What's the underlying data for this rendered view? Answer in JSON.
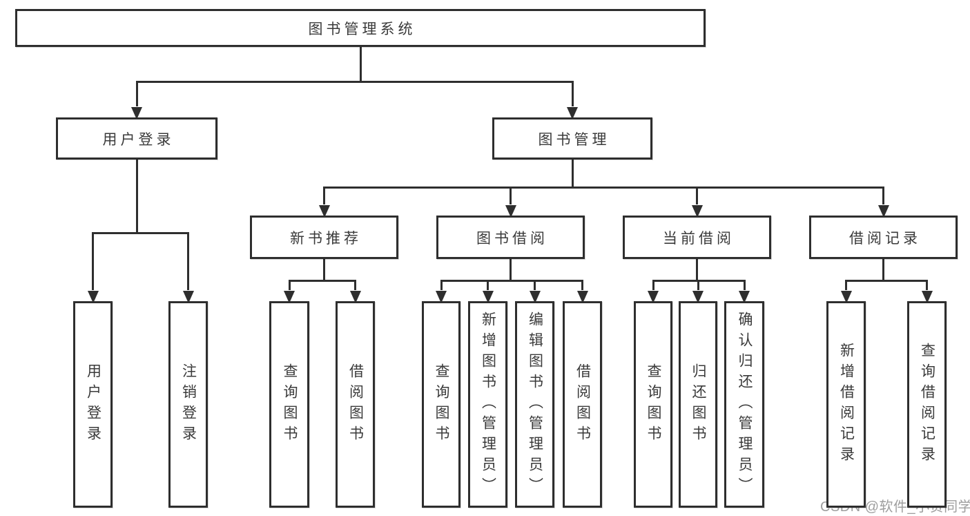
{
  "diagram": {
    "title": "图书管理系统",
    "watermark": "CSDN @软件_小贺同学",
    "colors": {
      "line": "#2e2e2e",
      "text": "#3a3a3a",
      "box_bg": "#ffffff",
      "page_bg": "#ffffff",
      "watermark": "#9e9e9e"
    },
    "nodes": [
      {
        "id": "root",
        "label": "图书管理系统",
        "orientation": "horizontal"
      },
      {
        "id": "user-login",
        "label": "用户登录",
        "orientation": "horizontal"
      },
      {
        "id": "book-mgmt",
        "label": "图书管理",
        "orientation": "horizontal"
      },
      {
        "id": "new-book-rec",
        "label": "新书推荐",
        "orientation": "horizontal"
      },
      {
        "id": "book-borrow",
        "label": "图书借阅",
        "orientation": "horizontal"
      },
      {
        "id": "current-borrow",
        "label": "当前借阅",
        "orientation": "horizontal"
      },
      {
        "id": "borrow-record",
        "label": "借阅记录",
        "orientation": "horizontal"
      },
      {
        "id": "leaf-user-login",
        "label": "用户登录",
        "orientation": "vertical"
      },
      {
        "id": "leaf-logout",
        "label": "注销登录",
        "orientation": "vertical"
      },
      {
        "id": "leaf-query-book-1",
        "label": "查询图书",
        "orientation": "vertical"
      },
      {
        "id": "leaf-borrow-book-1",
        "label": "借阅图书",
        "orientation": "vertical"
      },
      {
        "id": "leaf-query-book-2",
        "label": "查询图书",
        "orientation": "vertical"
      },
      {
        "id": "leaf-add-book",
        "label": "新增图书（管理员）",
        "orientation": "vertical"
      },
      {
        "id": "leaf-edit-book",
        "label": "编辑图书（管理员）",
        "orientation": "vertical"
      },
      {
        "id": "leaf-borrow-book-2",
        "label": "借阅图书",
        "orientation": "vertical"
      },
      {
        "id": "leaf-query-book-3",
        "label": "查询图书",
        "orientation": "vertical"
      },
      {
        "id": "leaf-return-book",
        "label": "归还图书",
        "orientation": "vertical"
      },
      {
        "id": "leaf-confirm-return",
        "label": "确认归还（管理员）",
        "orientation": "vertical"
      },
      {
        "id": "leaf-add-borrow-record",
        "label": "新增借阅记录",
        "orientation": "vertical"
      },
      {
        "id": "leaf-query-borrow-record",
        "label": "查询借阅记录",
        "orientation": "vertical"
      }
    ],
    "edges": [
      {
        "parent": "root",
        "children": [
          "user-login",
          "book-mgmt"
        ]
      },
      {
        "parent": "user-login",
        "children": [
          "leaf-user-login",
          "leaf-logout"
        ]
      },
      {
        "parent": "book-mgmt",
        "children": [
          "new-book-rec",
          "book-borrow",
          "current-borrow",
          "borrow-record"
        ]
      },
      {
        "parent": "new-book-rec",
        "children": [
          "leaf-query-book-1",
          "leaf-borrow-book-1"
        ]
      },
      {
        "parent": "book-borrow",
        "children": [
          "leaf-query-book-2",
          "leaf-add-book",
          "leaf-edit-book",
          "leaf-borrow-book-2"
        ]
      },
      {
        "parent": "current-borrow",
        "children": [
          "leaf-query-book-3",
          "leaf-return-book",
          "leaf-confirm-return"
        ]
      },
      {
        "parent": "borrow-record",
        "children": [
          "leaf-add-borrow-record",
          "leaf-query-borrow-record"
        ]
      }
    ]
  }
}
